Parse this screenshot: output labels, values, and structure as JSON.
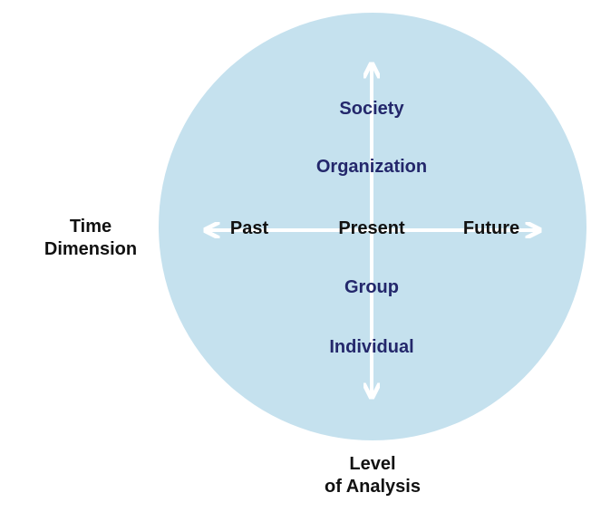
{
  "colors": {
    "circle": "#c5e1ee",
    "axis": "#ffffff",
    "level_text": "#23276b",
    "time_text": "#111111"
  },
  "axes": {
    "vertical": {
      "labels": [
        "Society",
        "Organization",
        "Group",
        "Individual"
      ],
      "caption": [
        "Level",
        "of Analysis"
      ]
    },
    "horizontal": {
      "labels": [
        "Past",
        "Present",
        "Future"
      ],
      "caption": [
        "Time",
        "Dimension"
      ]
    }
  }
}
